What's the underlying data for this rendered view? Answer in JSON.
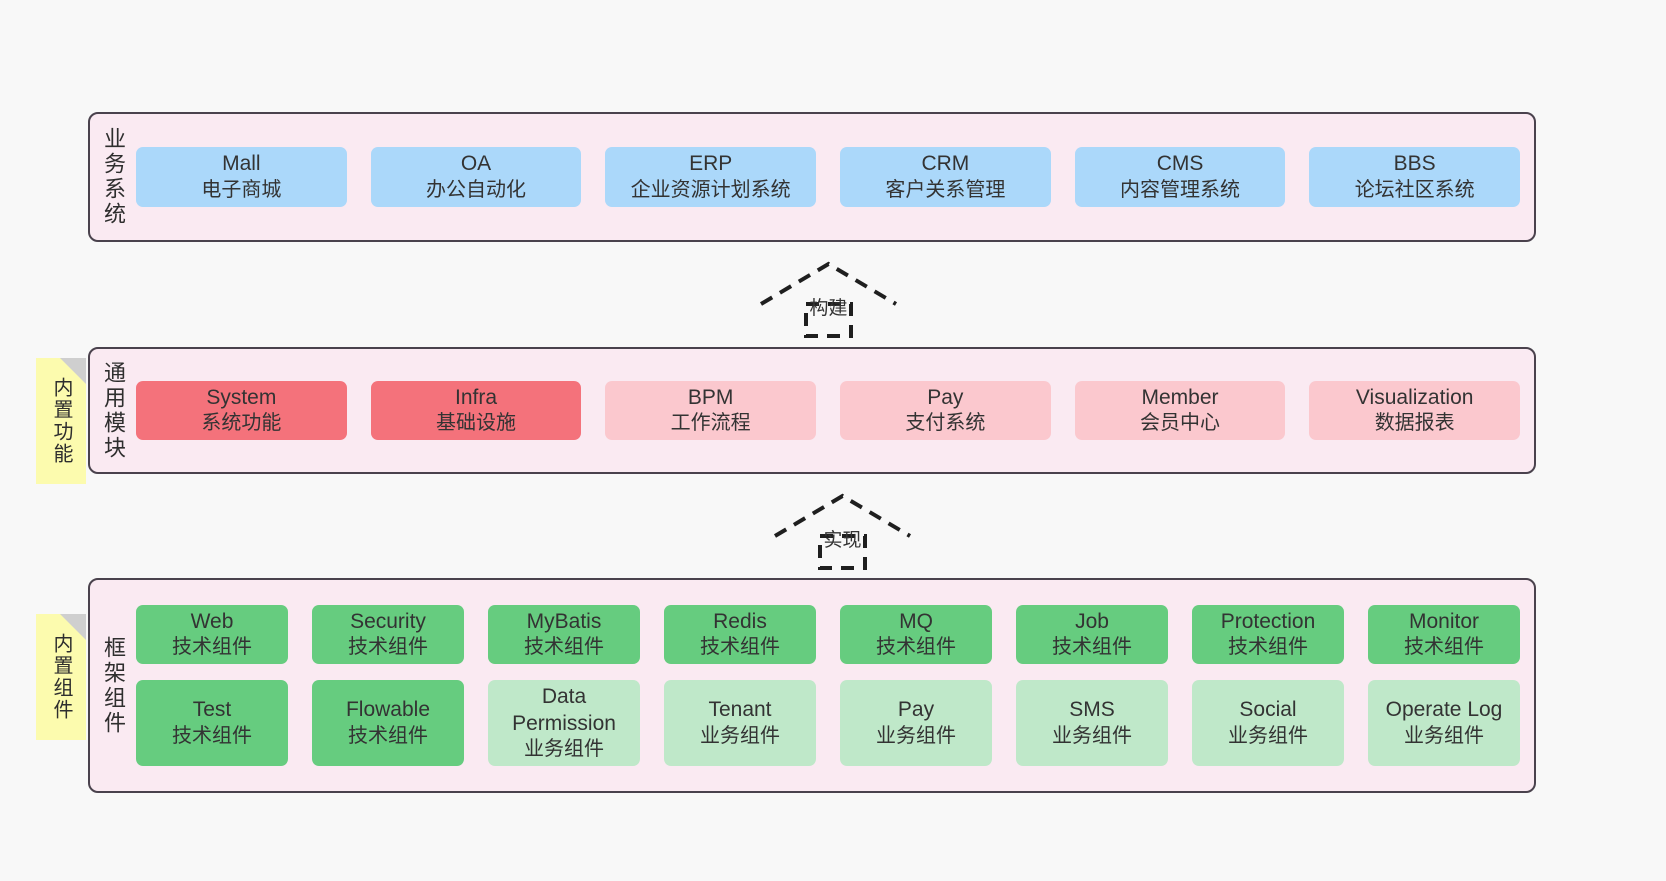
{
  "diagram": {
    "title_note_color": "#fcfbae",
    "layer_bg": "#faeaf2",
    "layer_border": "#4a424d"
  },
  "notes": [
    {
      "id": "builtin-features",
      "text": "内置功能"
    },
    {
      "id": "builtin-components",
      "text": "内置组件"
    }
  ],
  "connectors": [
    {
      "id": "build",
      "label": "构建"
    },
    {
      "id": "implement",
      "label": "实现"
    }
  ],
  "layers": [
    {
      "id": "business-systems",
      "title": "业务系统",
      "rows": [
        {
          "color": "#abd8fa",
          "nodes": [
            {
              "name": "Mall",
              "sub": "电子商城"
            },
            {
              "name": "OA",
              "sub": "办公自动化"
            },
            {
              "name": "ERP",
              "sub": "企业资源计划系统"
            },
            {
              "name": "CRM",
              "sub": "客户关系管理"
            },
            {
              "name": "CMS",
              "sub": "内容管理系统"
            },
            {
              "name": "BBS",
              "sub": "论坛社区系统"
            }
          ]
        }
      ]
    },
    {
      "id": "common-modules",
      "title": "通用模块",
      "rows": [
        {
          "color": "#f4727b",
          "nodes": [
            {
              "name": "System",
              "sub": "系统功能",
              "color": "#f4727b"
            },
            {
              "name": "Infra",
              "sub": "基础设施",
              "color": "#f4727b"
            },
            {
              "name": "BPM",
              "sub": "工作流程",
              "color": "#fbc8ce"
            },
            {
              "name": "Pay",
              "sub": "支付系统",
              "color": "#fbc8ce"
            },
            {
              "name": "Member",
              "sub": "会员中心",
              "color": "#fbc8ce"
            },
            {
              "name": "Visualization",
              "sub": "数据报表",
              "color": "#fbc8ce"
            }
          ]
        }
      ]
    },
    {
      "id": "framework-components",
      "title": "框架组件",
      "rows": [
        {
          "color": "#66cc7f",
          "nodes": [
            {
              "name": "Web",
              "sub": "技术组件"
            },
            {
              "name": "Security",
              "sub": "技术组件"
            },
            {
              "name": "MyBatis",
              "sub": "技术组件"
            },
            {
              "name": "Redis",
              "sub": "技术组件"
            },
            {
              "name": "MQ",
              "sub": "技术组件"
            },
            {
              "name": "Job",
              "sub": "技术组件"
            },
            {
              "name": "Protection",
              "sub": "技术组件"
            },
            {
              "name": "Monitor",
              "sub": "技术组件"
            }
          ]
        },
        {
          "color": "#bfe8c9",
          "nodes": [
            {
              "name": "Test",
              "sub": "技术组件",
              "color": "#66cc7f"
            },
            {
              "name": "Flowable",
              "sub": "技术组件",
              "color": "#66cc7f"
            },
            {
              "name": "Data Permission",
              "sub": "业务组件",
              "color": "#bfe8c9"
            },
            {
              "name": "Tenant",
              "sub": "业务组件",
              "color": "#bfe8c9"
            },
            {
              "name": "Pay",
              "sub": "业务组件",
              "color": "#bfe8c9"
            },
            {
              "name": "SMS",
              "sub": "业务组件",
              "color": "#bfe8c9"
            },
            {
              "name": "Social",
              "sub": "业务组件",
              "color": "#bfe8c9"
            },
            {
              "name": "Operate Log",
              "sub": "业务组件",
              "color": "#bfe8c9"
            }
          ]
        }
      ]
    }
  ]
}
